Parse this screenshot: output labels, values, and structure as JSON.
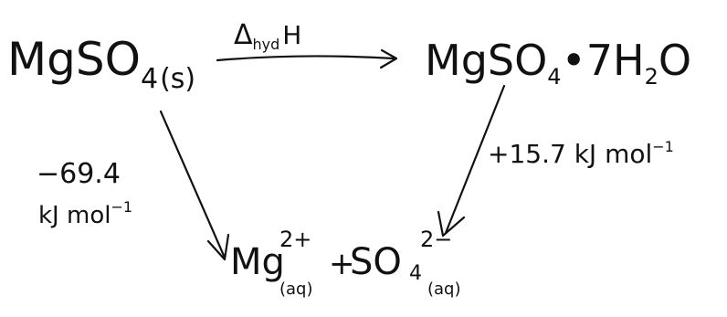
{
  "compounds": {
    "anhydrous": {
      "base": "MgSO",
      "sub": "4",
      "state": "(s)"
    },
    "hydrate": {
      "base": "MgSO",
      "sub": "4",
      "dot_water": "•7H",
      "water_sub": "2",
      "water_end": "O"
    },
    "ions": {
      "mg": "Mg",
      "mg_charge": "2+",
      "mg_state": "(aq)",
      "plus": "+",
      "so": "SO",
      "so_sub": "4",
      "so_charge": "2−",
      "so_state": "(aq)"
    }
  },
  "arrows": {
    "top": {
      "delta": "Δ",
      "sub": "hyd",
      "symbol": "H"
    },
    "left": {
      "line1": "−69.4",
      "line2_main": "kJ mol",
      "line2_sup": "−1"
    },
    "right": {
      "main": "+15.7 kJ mol",
      "sup": "−1"
    }
  }
}
